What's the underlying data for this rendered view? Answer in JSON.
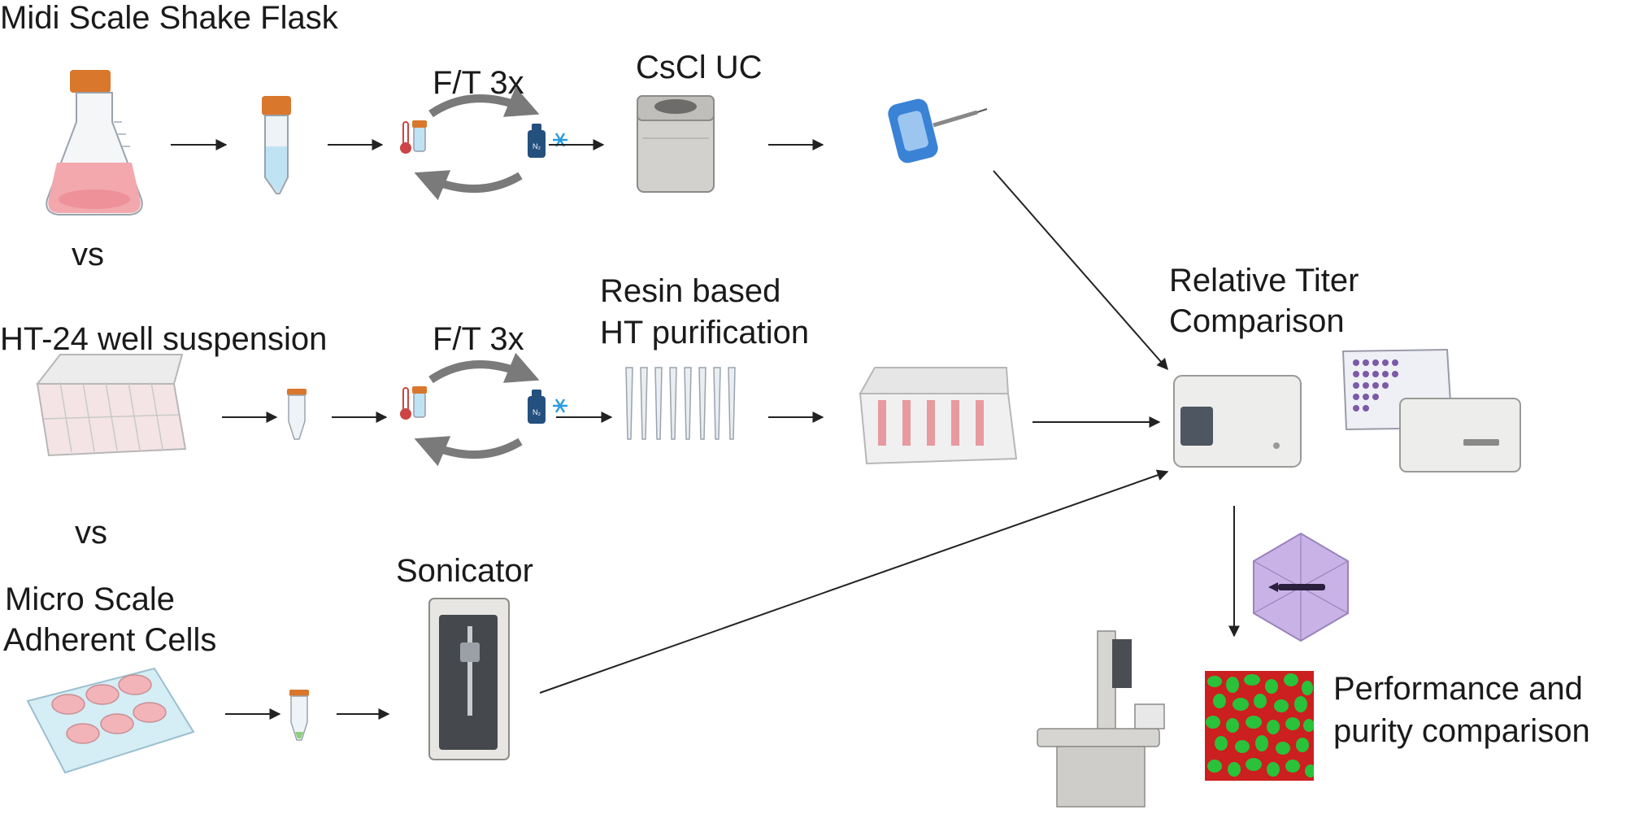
{
  "labels": {
    "row1_title": "Midi Scale Shake Flask",
    "vs_1": "vs",
    "row2_title": "HT-24 well suspension",
    "vs_2": "vs",
    "row3_title_line1": "Micro Scale",
    "row3_title_line2": "Adherent Cells",
    "ft_1": "F/T 3x",
    "ft_2": "F/T 3x",
    "cscl": "CsCl UC",
    "resin_line1": "Resin based",
    "resin_line2": "HT purification",
    "sonicator": "Sonicator",
    "titer_line1": "Relative Titer",
    "titer_line2": "Comparison",
    "perf_line1": "Performance and",
    "perf_line2": "purity comparison"
  },
  "nitrogen_mark": "N₂",
  "colors": {
    "text": "#1a1a1a",
    "arrow": "#222222",
    "flask_orange": "#d9772c",
    "media_pink": "#f2a8ad",
    "tube_blue": "#bfe3f2",
    "cycle_grey": "#7a7a7a",
    "dialysis_blue": "#3a82d6",
    "frozen_blue": "#2f7fc4",
    "instrument_grey": "#d8d8d6",
    "plate_purple": "#7b5aa6",
    "capsid_purple": "#c9b3e6",
    "cell_green": "#29c23a",
    "cell_red": "#cc1f1f"
  }
}
